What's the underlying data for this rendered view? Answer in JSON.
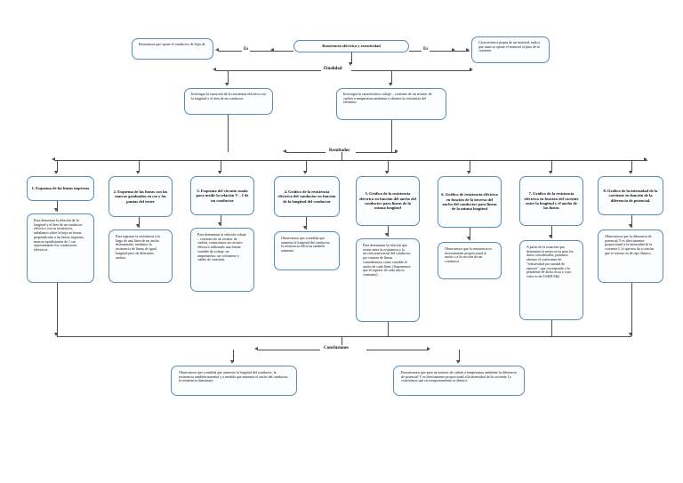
{
  "diagram": {
    "title_node": "Resistencia eléctrica y resistividad",
    "left_definition": "Resistencia que opone el conductor de flujo de",
    "right_definition": "Característica propia de un material; indica que tanto se opone el material al paso de la corriente.",
    "connector_left": "Es",
    "connector_right": "Es",
    "label_finalidad": "Finalidad",
    "label_resultados": "Resultados",
    "label_conclusiones": "Conclusiones",
    "objectives": [
      "Investigar la variación de la resistencia eléctrica con la longitud y el área de un conductor.",
      "Investigar la característica voltaje – corriente de un resistor de carbón a temperatura ambiente y obtener la resistencia del elemento"
    ],
    "results": [
      {
        "id": "1",
        "heading": "1. Esquema de las líneas impresas",
        "body": "Para demostrar la relación de la longitud y el área de un conductor eléctrico con su resistencia, señalamos sobre la hoja en forma perpendicular a las líneas impresas, marcas equidistantes de 1 cm representando los conductores eléctricos."
      },
      {
        "id": "2",
        "heading": "2. Esquema de las líneas con las marcas graduadas en cm y las puntas del tester",
        "body": "Para registrar la resistencia a lo largo de una línea de un ancho determinado, medimos la resistencia de líneas de igual longitud pero de diferentes anchos."
      },
      {
        "id": "3",
        "heading": "3. Esquema del circuito usado para medir la relación V – I de un conductor",
        "body": "Para determinar la relación voltaje – corriente de un resistor de carbón, construimos un circuito eléctrico utilizando una fuente variable de voltaje, un amperímetro, un voltímetro y cables de conexión."
      },
      {
        "id": "4",
        "heading": "4. Gráfico de la resistencia eléctrica del conductor en función de la longitud del conductor",
        "body": "Observamos que a medida que aumenta la longitud del conductor, la resistencia eléctrica también aumenta."
      },
      {
        "id": "5",
        "heading": "5. Gráfico de la resistencia eléctrica en función del ancho del conductor para líneas de la misma longitud",
        "body": "Para determinar la relación que existe entre la resistencia y la sección transversal del conductor, por tratarse de líneas consideramos como variable al ancho de cada línea. (Suponemos que el espesor de cada una es constante)."
      },
      {
        "id": "6",
        "heading": "6. Gráfico de resistencia eléctrica en función de la inversa del ancho del conductor para líneas de la misma longitud",
        "body": "Observamos que la resistencia es inversamente proporcional al ancho o a la sección de un conductor."
      },
      {
        "id": "7",
        "heading": "7. Gráfico de la resistencia eléctrica en función del cociente entre la longitud y el ancho de las líneas",
        "body": "A partir de la ecuación que determina la mejor recta para los datos considerados, podemos obtener el coeficiente de \"resistividad por unidad de espesor\", que corresponde a la pendiente de dicha recta y cuyo valor es de 0,0408 MΩ."
      },
      {
        "id": "8",
        "heading": "8. Gráfico de la intensidad de la corriente en función de la diferencia de potencial.",
        "body": "Observamos que la diferencia de potencial V es directamente proporcional a la intensidad de la corriente I, lo que nos da a conclur que el resistor es de tipo óhmico."
      }
    ],
    "conclusions": [
      "Observamos que a medida que aumenta la longitud del conductor, la resistencia también aumenta y a medida que aumenta el ancho del conductor, la resistencia disminuye.",
      "Encontramos que para un resistor de carbón a temperatura ambiente la diferencia de potencial V es directamente proporcional a la intensidad de la corriente I y concluimos que su comportamiento es óhmico."
    ]
  },
  "colors": {
    "box_border": "#5b8db8",
    "connector": "#4d4d4d",
    "box_fill": "#fbfdff"
  }
}
